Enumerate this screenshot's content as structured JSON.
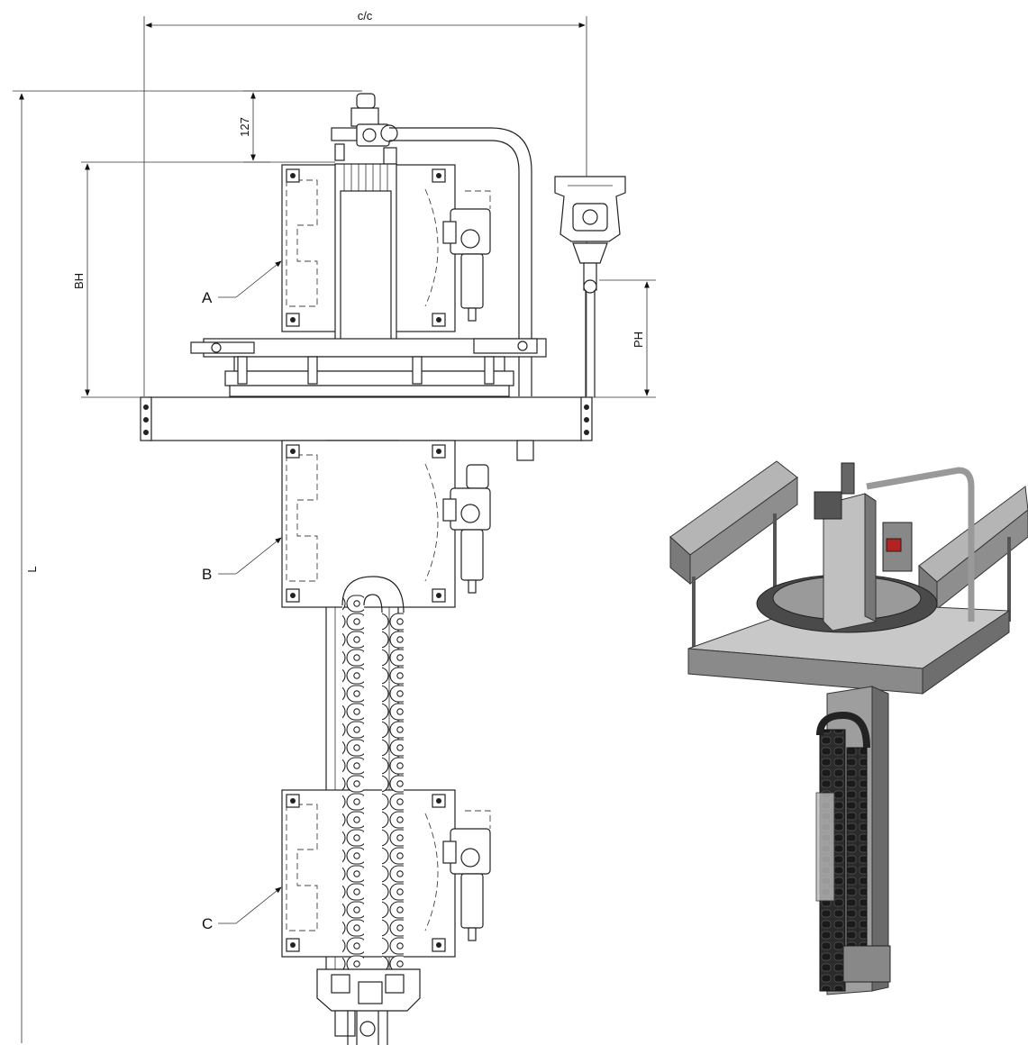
{
  "dimensions": {
    "cc": "c/c",
    "offset": "127",
    "bh": "BH",
    "ph": "PH",
    "length": "L"
  },
  "callouts": {
    "a": "A",
    "b": "B",
    "c": "C"
  },
  "colors": {
    "line": "#222222",
    "metal_light": "#9a9a9a",
    "metal_dark": "#3c3c3c",
    "accent_red": "#b22222"
  }
}
